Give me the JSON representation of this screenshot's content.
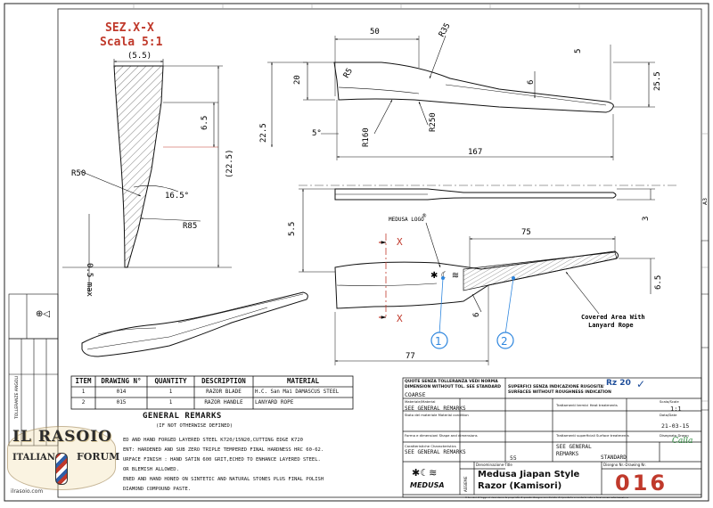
{
  "section": {
    "title": "SEZ.X-X",
    "scale": "Scala  5:1"
  },
  "dims": {
    "d55p": "(5.5)",
    "d65": "6.5",
    "r50": "R50",
    "d165": "16.5°",
    "r85": "R85",
    "d225p": "(22.5)",
    "d05max": "0.5 max",
    "d50": "50",
    "r35": "R35",
    "d20": "20",
    "r5a": "R5",
    "d6": "6",
    "d5r": "5",
    "d255": "25.5",
    "d225": "22.5",
    "r160": "R160",
    "r250": "R250",
    "d5deg": "5°",
    "d167": "167",
    "d55": "5.5",
    "d3": "3",
    "d75": "75",
    "d65b": "6.5",
    "d6b": "6",
    "d77": "77"
  },
  "labels": {
    "logo": "MEDUSA LOGO",
    "logo_mark": "®",
    "cut_x": "X",
    "covered1": "Covered Area With",
    "covered2": "Lanyard Rope",
    "callout1": "1",
    "callout2": "2"
  },
  "bom": {
    "headers": [
      "ITEM",
      "DRAWING N°",
      "QUANTITY",
      "DESCRIPTION",
      "MATERIAL"
    ],
    "rows": [
      [
        "1",
        "014",
        "1",
        "RAZOR BLADE",
        "H.C. San Mai DAMASCUS STEEL"
      ],
      [
        "2",
        "015",
        "1",
        "RAZOR HANDLE",
        "LANYARD ROPE"
      ]
    ]
  },
  "remarks": {
    "title": "GENERAL REMARKS",
    "subtitle": "(IF NOT OTHERWISE DEFINED)",
    "lines": [
      "ED AND HAND FORGED LAYERED STEEL K720/15N20,CUTTING EDGE K720",
      "ENT: HARDENED AND SUB ZERO TRIPLE TEMPERED FINAL HARDNESS HRC 60-62.",
      "URFACE FINISH : HAND SATIN 600 GRIT,ECHED TO ENHANCE LAYERED STEEL.",
      "OR BLEMISH ALLOWED.",
      "ENED AND HAND HONED ON SINTETIC AND NATURAL STONES PLUS FINAL POLISH",
      "DIAMOND COMPOUND PASTE."
    ]
  },
  "title_block": {
    "tol1": "QUOTE SENZA TOLLERANZA VEDI NORMA",
    "tol2": "DIMENSION WITHOUT TOL. SEE STANDARD",
    "coarse": "COARSE",
    "rough1": "SUPERFICI SENZA INDICAZIONE RUGOSITA'",
    "rough2": "SURFACES WITHOUT ROUGHNESS INDICATION",
    "rz": "Rz 20",
    "material_lbl": "Materiale/Material",
    "see_general": "SEE GENERAL REMARKS",
    "cond_lbl": "Stato del materiale Material condition",
    "shape_lbl": "Forma e dimensioni Shape and dimensions",
    "char_lbl": "Caratteristiche Characteristics",
    "treat_lbl": "Trattamenti termici Heat treatments",
    "surf_lbl": "Trattamenti superficiali Surface treatments",
    "see_g1": "SEE GENERAL",
    "see_g2": "REMARKS",
    "weight": "55",
    "scale_lbl": "Scala/Scale",
    "scale": "1:1",
    "date_lbl": "Data/Date",
    "date": "21-03-15",
    "drawn_lbl": "Disegnato Drawn",
    "drawn": "Calla",
    "standard": "STANDARD",
    "title_lbl": "Denominazione-Title",
    "title1": "Medusa Jiapan Style",
    "title2": "Razor (Kamisori)",
    "dwg_lbl": "Disegno Nr.-Drawing Nr.",
    "dwg_no": "016",
    "brand": "MEDUSA",
    "assembly": "ASSIEME",
    "footer": "A termini di legge ci riserviamo la proprietà di questo disegno con divieto di riprodurlo o renderlo noto a terzi senza autorizzazione"
  },
  "watermark": {
    "line1": "IL RASOIO",
    "line2": "ITALIAN",
    "line3": "FORUM",
    "site": "ilrasoio.com"
  },
  "side": {
    "tol_title": "TOLLERANZE ANGOLI",
    "sheet_a3": "A3"
  }
}
